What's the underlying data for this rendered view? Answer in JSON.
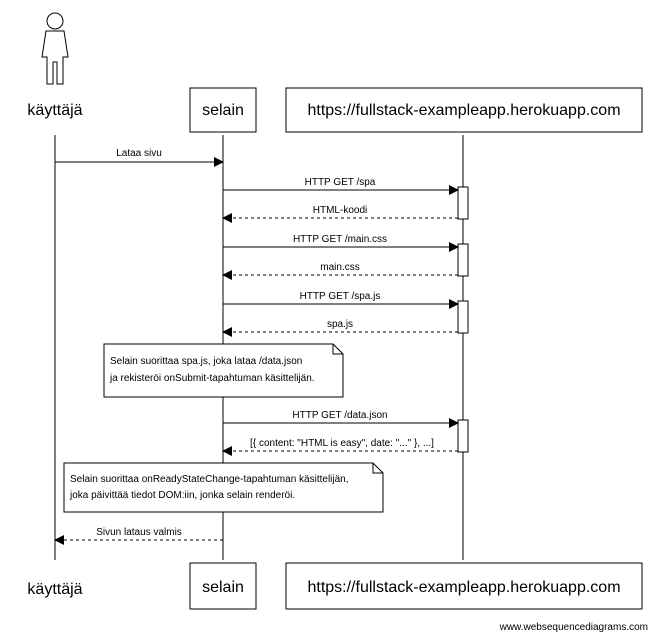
{
  "participants": {
    "actor": "käyttäjä",
    "browser": "selain",
    "server": "https://fullstack-exampleapp.herokuapp.com"
  },
  "messages": [
    {
      "label": "Lataa sivu",
      "from": "actor",
      "to": "browser",
      "style": "solid"
    },
    {
      "label": "HTTP GET /spa",
      "from": "browser",
      "to": "server",
      "style": "solid"
    },
    {
      "label": "HTML-koodi",
      "from": "server",
      "to": "browser",
      "style": "dashed"
    },
    {
      "label": "HTTP GET /main.css",
      "from": "browser",
      "to": "server",
      "style": "solid"
    },
    {
      "label": "main.css",
      "from": "server",
      "to": "browser",
      "style": "dashed"
    },
    {
      "label": "HTTP GET /spa.js",
      "from": "browser",
      "to": "server",
      "style": "solid"
    },
    {
      "label": "spa.js",
      "from": "server",
      "to": "browser",
      "style": "dashed"
    },
    {
      "label": "HTTP GET /data.json",
      "from": "browser",
      "to": "server",
      "style": "solid"
    },
    {
      "label": "[{ content: \"HTML is easy\", date: \"...\" }, ...]",
      "from": "server",
      "to": "browser",
      "style": "dashed"
    },
    {
      "label": "Sivun lataus valmis",
      "from": "browser",
      "to": "actor",
      "style": "dashed"
    }
  ],
  "notes": [
    {
      "lines": [
        "Selain suorittaa spa.js, joka lataa /data.json",
        "ja rekisteröi onSubmit-tapahtuman käsittelijän."
      ]
    },
    {
      "lines": [
        "Selain suorittaa onReadyStateChange-tapahtuman käsittelijän,",
        "joka päivittää tiedot DOM:iin, jonka selain renderöi."
      ]
    }
  ],
  "footer": "www.websequencediagrams.com"
}
